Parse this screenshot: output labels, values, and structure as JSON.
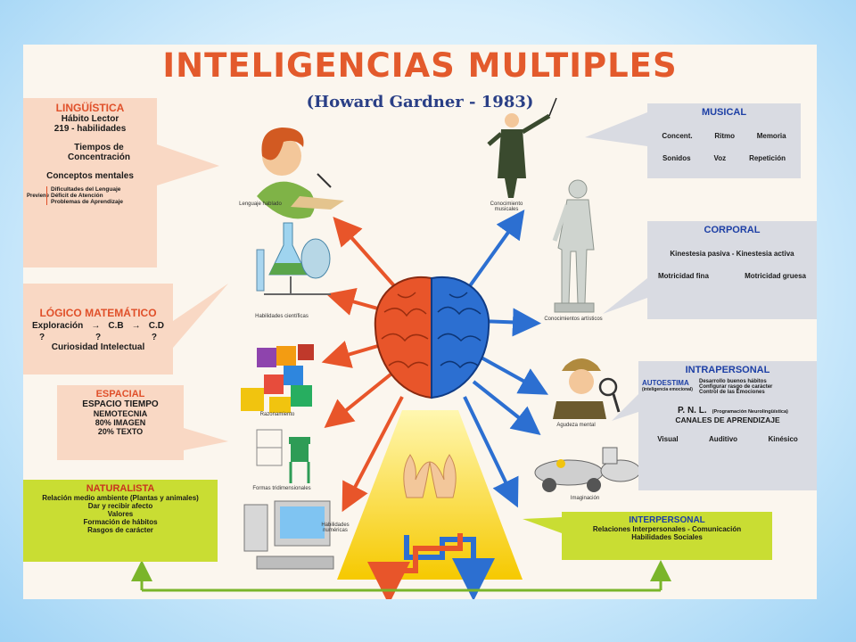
{
  "title": "INTELIGENCIAS MULTIPLES",
  "subtitle": "(Howard Gardner - 1983)",
  "linguistica": {
    "heading": "LINGÜÍSTICA",
    "l1": "Hábito Lector",
    "l2": "219 - habilidades",
    "l3": "Tiempos de",
    "l4": "Concentración",
    "l5": "Conceptos mentales",
    "previene": "Previene",
    "p1": "Dificultades del Lenguaje",
    "p2": "Déficit de Atención",
    "p3": "Problemas de Aprendizaje"
  },
  "logico": {
    "heading": "LÓGICO MATEMÁTICO",
    "l1": "Exploración",
    "cb": "C.B",
    "cd": "C.D",
    "q": "?",
    "l2": "Curiosidad Intelectual"
  },
  "espacial": {
    "heading": "ESPACIAL",
    "l1": "ESPACIO   TIEMPO",
    "l2": "NEMOTECNIA",
    "l3": "80% IMAGEN",
    "l4": "20% TEXTO"
  },
  "naturalista": {
    "heading": "NATURALISTA",
    "l1": "Relación medio ambiente (Plantas y animales)",
    "l2": "Dar y recibir afecto",
    "l3": "Valores",
    "l4": "Formación de hábitos",
    "l5": "Rasgos de carácter"
  },
  "musical": {
    "heading": "MUSICAL",
    "a": "Concent.",
    "b": "Ritmo",
    "c": "Memoria",
    "d": "Sonidos",
    "e": "Voz",
    "f": "Repetición"
  },
  "corporal": {
    "heading": "CORPORAL",
    "l1": "Kinestesia pasiva - Kinestesia activa",
    "l2": "Motricidad fina",
    "l3": "Motricidad gruesa"
  },
  "intrapersonal": {
    "heading": "INTRAPERSONAL",
    "autoestima": "AUTOESTIMA",
    "auto_sub": "(inteligencia emocional)",
    "b1": "Desarrollo buenos hábitos",
    "b2": "Configurar rasgo de carácter",
    "b3": "Control de las Emociones",
    "pnl": "P.  N.  L.",
    "pnl_sub": "(Programación Neurolingüística)",
    "canales": "CANALES DE APRENDIZAJE",
    "v": "Visual",
    "a": "Auditivo",
    "k": "Kinésico"
  },
  "interpersonal": {
    "heading": "INTERPERSONAL",
    "l1": "Relaciones Interpersonales - Comunicación",
    "l2": "Habilidades Sociales"
  },
  "captions": {
    "lenguaje": "Lenguaje hablado",
    "cientificas": "Habilidades científicas",
    "razonamiento": "Razonamiento",
    "formas": "Formas tridimensionales",
    "numericas": "Habilidades numéricas",
    "musicales": "Conocimiento musicales",
    "artisticos": "Conocimientos artísticos",
    "agudeza": "Agudeza mental",
    "imaginacion": "Imaginación"
  },
  "colors": {
    "title": "#e35a2c",
    "brain_left": "#e8552a",
    "brain_right": "#2c6fd1",
    "green_box": "#c9dd33",
    "grey_box": "#d9dbe2",
    "orange_box": "#f9d8c4"
  }
}
